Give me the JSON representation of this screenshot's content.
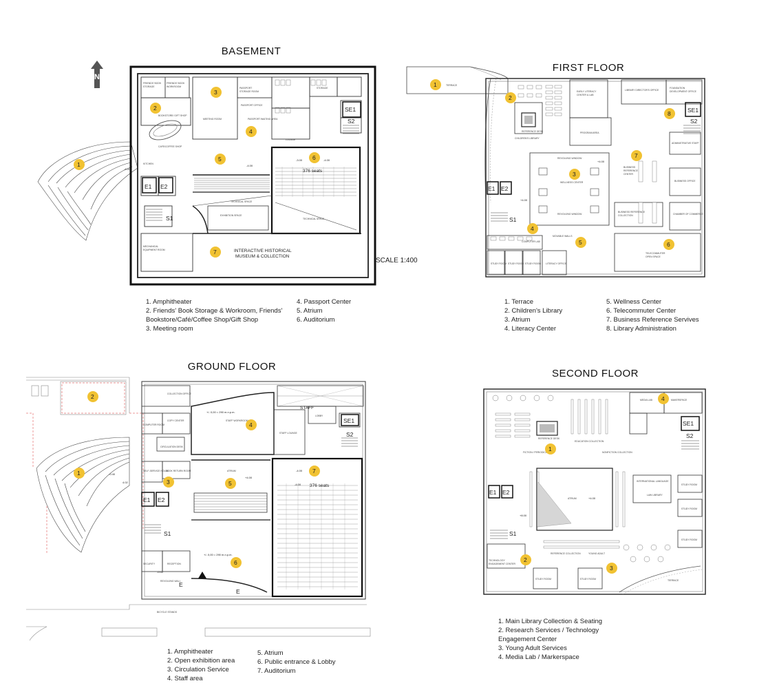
{
  "scale_label": "SCALE 1:400",
  "north_label": "N",
  "plans": {
    "basement": {
      "title": "BASEMENT",
      "seats": "376 seats",
      "levels": [
        "-4.00",
        "-4.00",
        "-3.00",
        "-4.00"
      ],
      "markers": [
        "1",
        "2",
        "3",
        "4",
        "5",
        "6",
        "7"
      ],
      "units": [
        "E1",
        "E2",
        "S1",
        "SE1",
        "S2"
      ],
      "labels": [
        "FRIENDS' BOOK STORAGE",
        "FRIENDS' BOOK WORKROOM",
        "BOOKSTORE/ GIFT SHOP",
        "MEETING ROOM",
        "PASSPORT STORAGE ROOM",
        "PASSPORT OFFICE",
        "PASSPORT WAITING AREA",
        "STORAGE",
        "ATRIUM",
        "CAFE/COFFEE SHOP",
        "KITCHEN",
        "TECHNICAL SPACE",
        "EXHIBITION SPACE",
        "INTERACTIVE HISTORICAL",
        "MUSEUM & COLLECTION",
        "MECHANICAL EQUIPMENT ROOM",
        "LOUNGE"
      ],
      "legend_left": [
        "1. Amphitheater",
        "2. Friends' Book Storage & Workroom, Friends' Bookstore/Café/Coffee Shop/Gift Shop",
        "3. Meeting room"
      ],
      "legend_right": [
        "4. Passport Center",
        "5. Atrium",
        "6. Auditorium"
      ]
    },
    "first": {
      "title": "FIRST FLOOR",
      "levels": [
        "+4.00",
        "+4.00"
      ],
      "markers": [
        "1",
        "2",
        "3",
        "4",
        "5",
        "6",
        "7",
        "8"
      ],
      "units": [
        "E1",
        "E2",
        "S1",
        "SE1",
        "S2"
      ],
      "labels": [
        "TERRACE",
        "REFERENCE DESK",
        "CHILDREN'S LIBRARY",
        "EARLY LITERACY CENTER & LAB",
        "PROGRAM AREA",
        "LIBRARY DIRECTOR'S OFFICE",
        "FOUNDATION DEVELOPMENT OFFICE",
        "ADMINISTRATIVE STAFF OFFICE",
        "REVOLVING WINDOW",
        "WELLNESS CENTER",
        "BUSINESS REFERENCE CENTER",
        "BUSINESS OFFICE",
        "BUSINESS REFERENCE COLLECTION",
        "CHAMBER OF COMMERCE OFFICE",
        "TELECOMMUTER OPEN SPACE",
        "STUDY ROOM",
        "LITERACY OFFICE",
        "COMPUTER LAB AND TRAINING",
        "MOVABLE WALLS"
      ],
      "legend_left": [
        "1. Terrace",
        "2. Children's Library",
        "3. Atrium",
        "4. Literacy Center"
      ],
      "legend_right": [
        "5. Wellness Center",
        "6. Telecommuter Center",
        "7. Business Reference Servives",
        "8. Library Administration"
      ]
    },
    "ground": {
      "title": "GROUND FLOOR",
      "seats": "376 seats",
      "staff_label": "STAFF",
      "levels": [
        "+/- 0,00 = 290 m.n.p.m.",
        "+/- 0,00 = 290 m.n.p.m.",
        "0.00",
        "-0.40",
        "4.02",
        "+4.00",
        "-4.00",
        "-3.00",
        "-4.00",
        "-0.02"
      ],
      "markers": [
        "1",
        "2",
        "3",
        "4",
        "5",
        "6",
        "7"
      ],
      "units": [
        "E1",
        "E2",
        "S1",
        "SE1",
        "S2",
        "E",
        "E"
      ],
      "labels": [
        "COLLECTION OFFICE",
        "COPY CENTER",
        "COMPUTER ROOM",
        "CIRCULATION DESK",
        "SELF-SERVICE HOLDS AREA",
        "BOOK RETURN ROOM",
        "STAFF WORKROOM",
        "STAFF LOUNGE",
        "LOBBY",
        "ATRIUM",
        "SECURITY",
        "RECEPTION",
        "REVOLVING WALL",
        "BICYCLE STANDS"
      ],
      "legend_left": [
        "1. Amphitheater",
        "2. Open exhibition area",
        "3. Circulation Service",
        "4. Staff area"
      ],
      "legend_right": [
        "5. Atrium",
        "6. Public entrance & Lobby",
        "7. Auditorium"
      ]
    },
    "second": {
      "title": "SECOND FLOOR",
      "levels": [
        "+8.00",
        "+4.00"
      ],
      "markers": [
        "1",
        "2",
        "3",
        "4"
      ],
      "units": [
        "E1",
        "E2",
        "S1",
        "SE1",
        "S2"
      ],
      "labels": [
        "REFERENCE DESK",
        "EDUCATION COLLECTION",
        "FICTION / PERIODICAL COLLECTION",
        "NONFICTION COLLECTION",
        "ATRIUM",
        "MEDIA LAB",
        "MAKERSPACE",
        "INTERNATIONAL LANGUAGE COLLECTION",
        "LAW LIBRARY",
        "STUDY ROOM",
        "TECHNOLOGY ENGAGEMENT CENTER",
        "REFERENCE COLLECTION & SEATING",
        "YOUNG ADULT COLLECTION & SEATING",
        "TERRACE"
      ],
      "legend_left": [
        "1. Main Library Collection & Seating",
        "2. Research Services / Technology Engagement Center",
        "3. Young Adult Services",
        "4. Media Lab / Markerspace"
      ]
    }
  }
}
